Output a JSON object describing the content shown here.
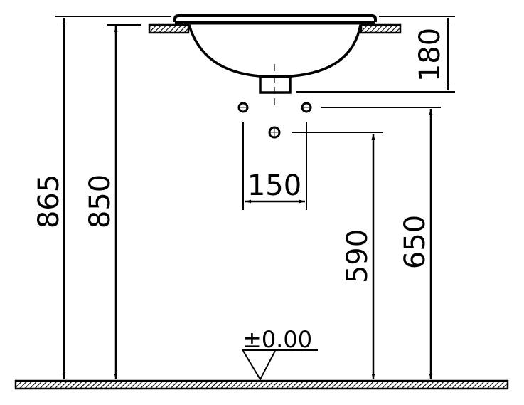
{
  "diagram": {
    "subject": "Countertop washbasin installation elevation",
    "colors": {
      "line": "#000000",
      "background": "#ffffff"
    },
    "units": "mm",
    "dimensions": {
      "total_height_to_rim": "865",
      "countertop_height": "850",
      "basin_depth": "180",
      "tap_spacing": "150",
      "waste_outlet_height": "590",
      "water_supply_height": "650"
    },
    "floor_level": "±0.00"
  }
}
